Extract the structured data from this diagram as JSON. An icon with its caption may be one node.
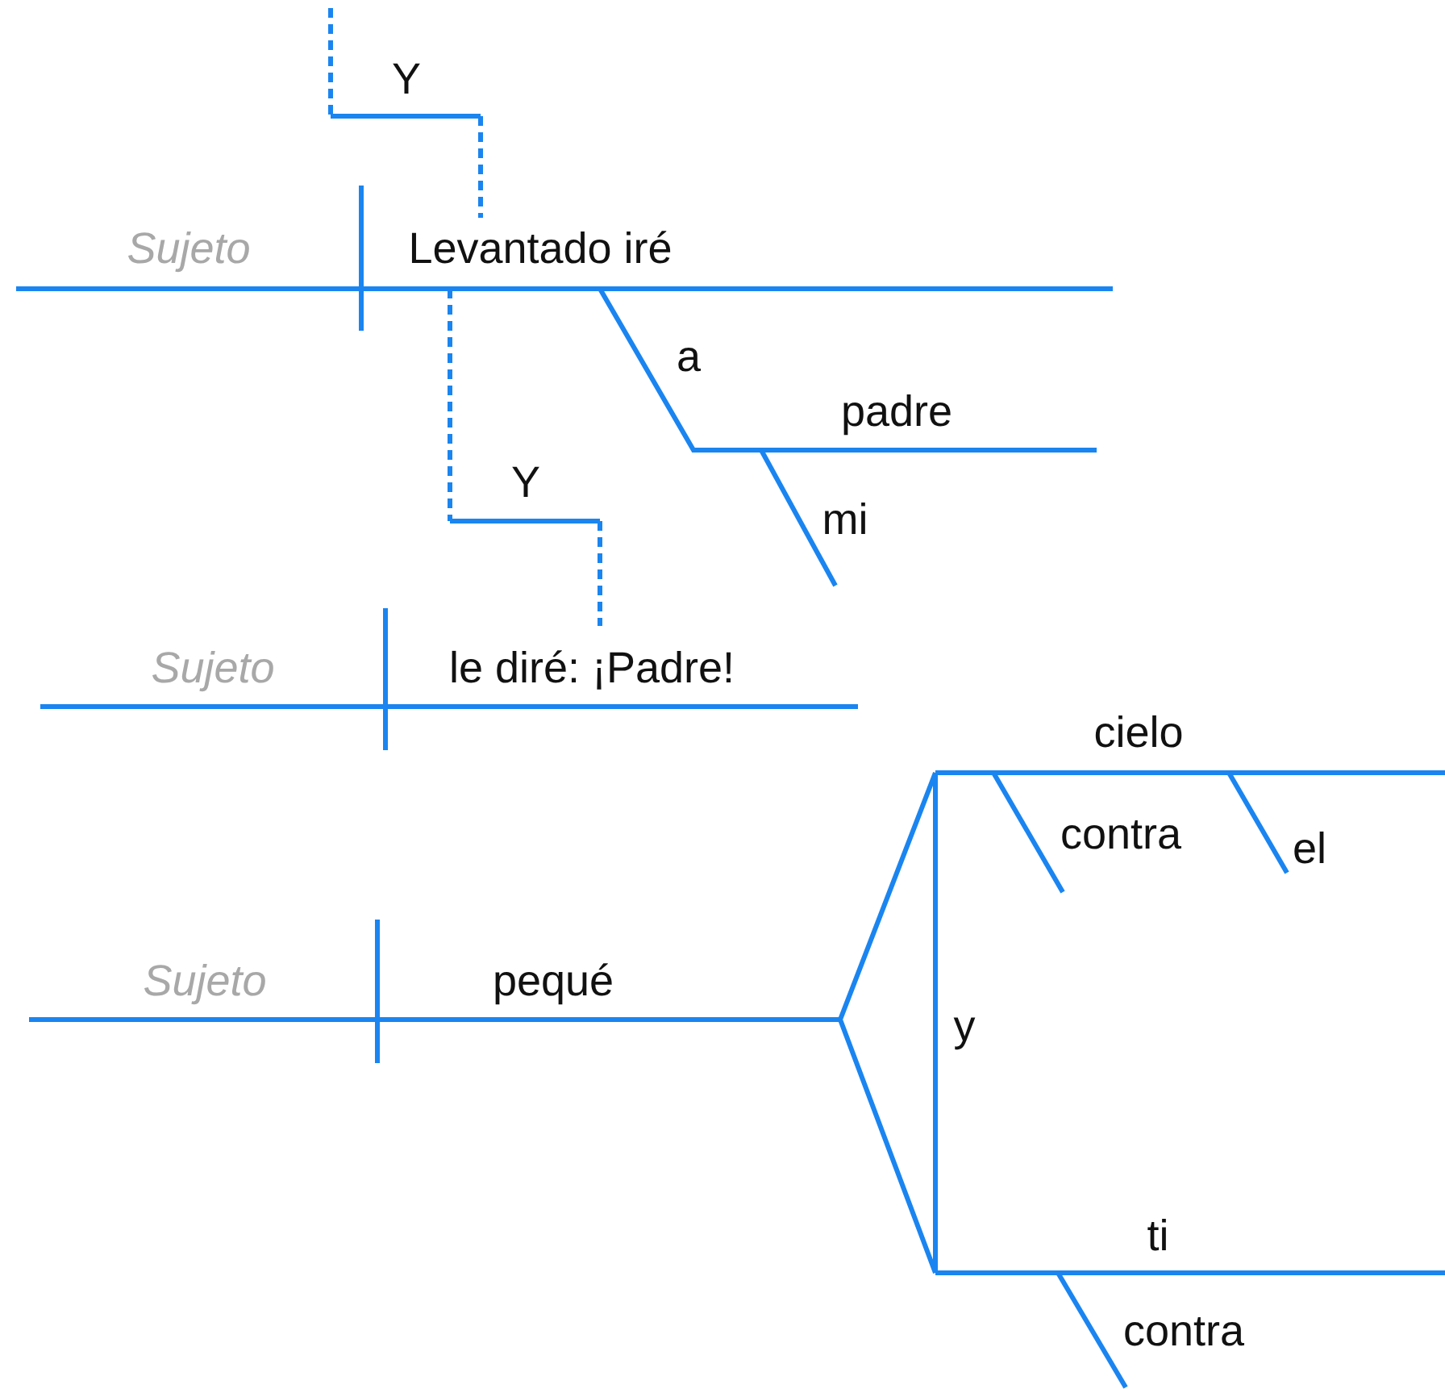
{
  "diagram": {
    "labels": [
      "Y",
      "Sujeto",
      "Levantado iré",
      "a",
      "padre",
      "mi",
      "Y",
      "Sujeto",
      "le diré: ¡Padre!",
      "cielo",
      "contra",
      "el",
      "Sujeto",
      "pequé",
      "y",
      "ti",
      "contra"
    ]
  }
}
